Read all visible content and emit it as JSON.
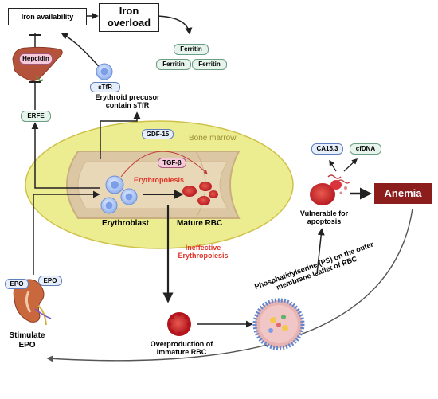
{
  "nodes": {
    "iron_availability": "Iron availability",
    "iron_overload": "Iron overload",
    "ferritin": [
      "Ferritin",
      "Ferritin",
      "Ferritin"
    ],
    "hepcidin": "Hepcidin",
    "erfe": "ERFE",
    "stfr": "sTfR",
    "erythroid_precursor": "Erythroid precusor contain sTfR",
    "gdf15": "GDF-15",
    "tgfb": "TGF-β",
    "bone_marrow": "Bone marrow",
    "erythropoiesis": "Erythropoiesis",
    "erythroblast": "Erythroblast",
    "mature_rbc": "Mature RBC",
    "ineffective": "Ineffective Erythropoiesis",
    "overproduction": "Overproduction of Immature RBC",
    "ps": "Phosphatidylserine (PS) on the outer membrane leaflet of RBC",
    "vulnerable": "Vulnerable for apoptosis",
    "ca153": "CA15.3",
    "cfdna": "cfDNA",
    "anemia": "Anemia",
    "epo": [
      "EPO",
      "EPO"
    ],
    "stimulate_epo": "Stimulate EPO"
  },
  "colors": {
    "bone_marrow_fill": "#ecec90",
    "bone_marrow_border": "#cfc24a",
    "bone_texture": "#dcc7a4",
    "rbc": "#cc1e26",
    "anemia_bg": "#8b1d1d",
    "liver": "#b5523b",
    "hepcidin_fill": "#f6c9da",
    "pill_green": "#e6f4ec",
    "pill_blue": "#e6eefa",
    "precursor_blue": "#9fbcf2",
    "red_text": "#e03227",
    "bone_marrow_text": "#9a8d37"
  },
  "icons": [
    "liver-icon",
    "kidney-icon",
    "erythroid-precursor-cell-icon",
    "blood-cell-icon",
    "apoptotic-cell-icon",
    "dna-icon"
  ]
}
